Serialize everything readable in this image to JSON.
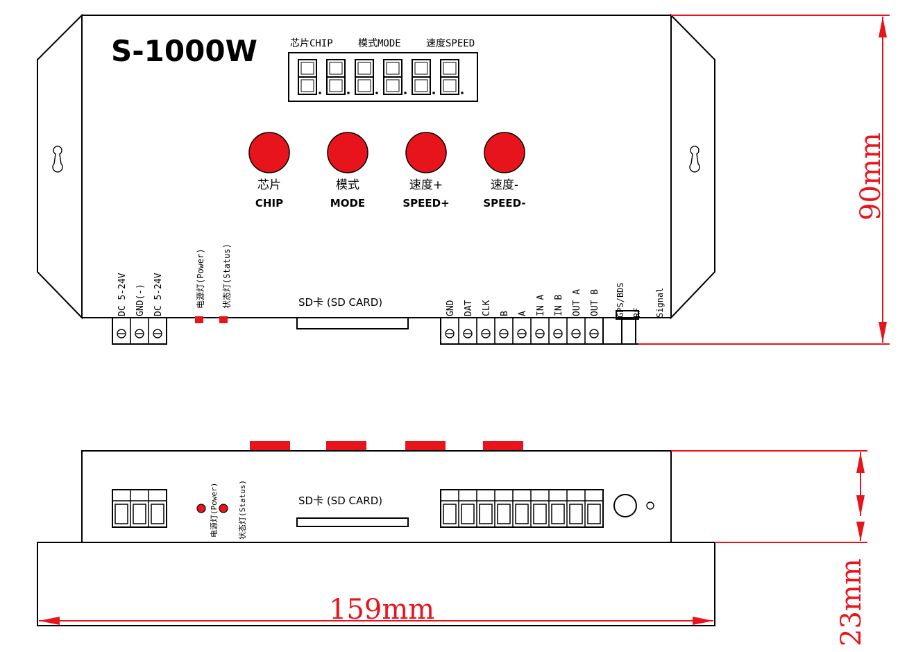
{
  "model": "S-1000W",
  "display": {
    "header_chip": "芯片CHIP",
    "header_mode": "模式MODE",
    "header_speed": "速度SPEED",
    "digits": 6
  },
  "buttons": [
    {
      "cn": "芯片",
      "en": "CHIP"
    },
    {
      "cn": "模式",
      "en": "MODE"
    },
    {
      "cn": "速度+",
      "en": "SPEED+"
    },
    {
      "cn": "速度-",
      "en": "SPEED-"
    }
  ],
  "power_terminal": [
    "DC 5-24V",
    "GND(-)",
    "DC 5-24V"
  ],
  "leds": {
    "power": "电源灯(Power)",
    "status": "状态灯(Status)"
  },
  "sd_card": "SD卡 (SD CARD)",
  "signal_terminal": [
    "GND",
    "DAT",
    "CLK",
    "B",
    "A",
    "IN A",
    "IN B",
    "OUT A",
    "OUT B"
  ],
  "antenna": {
    "gps": "GPS/BDS",
    "rf": "RF",
    "signal": "Signal"
  },
  "dimensions": {
    "height": "90mm",
    "width": "159mm",
    "depth": "23mm"
  },
  "colors": {
    "button_red": "#e8141b",
    "dimension_red": "#e8141b",
    "outline": "#000000"
  }
}
